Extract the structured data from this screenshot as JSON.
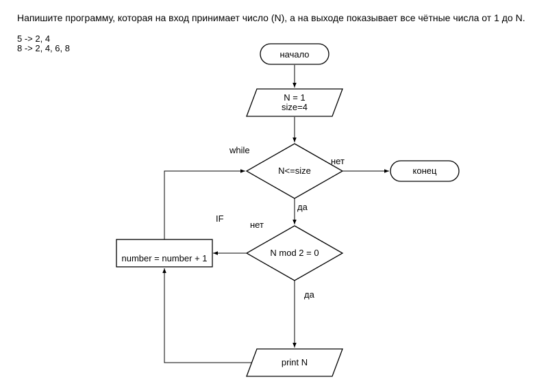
{
  "task": {
    "text": "Напишите программу, которая на вход принимает число (N), а на выходе показывает все чётные числа от 1 до N.",
    "examples": [
      "5 -> 2, 4",
      "8 -> 2, 4, 6, 8"
    ]
  },
  "flowchart": {
    "start": "начало",
    "init_line1": "N = 1",
    "init_line2": "size=4",
    "loop_label": "while",
    "loop_condition": "N<=size",
    "loop_no": "нет",
    "loop_yes": "да",
    "end": "конец",
    "if_label": "IF",
    "if_condition": "N mod 2 = 0",
    "if_no": "нет",
    "if_yes": "да",
    "increment": "number = number + 1",
    "output": "print N"
  }
}
